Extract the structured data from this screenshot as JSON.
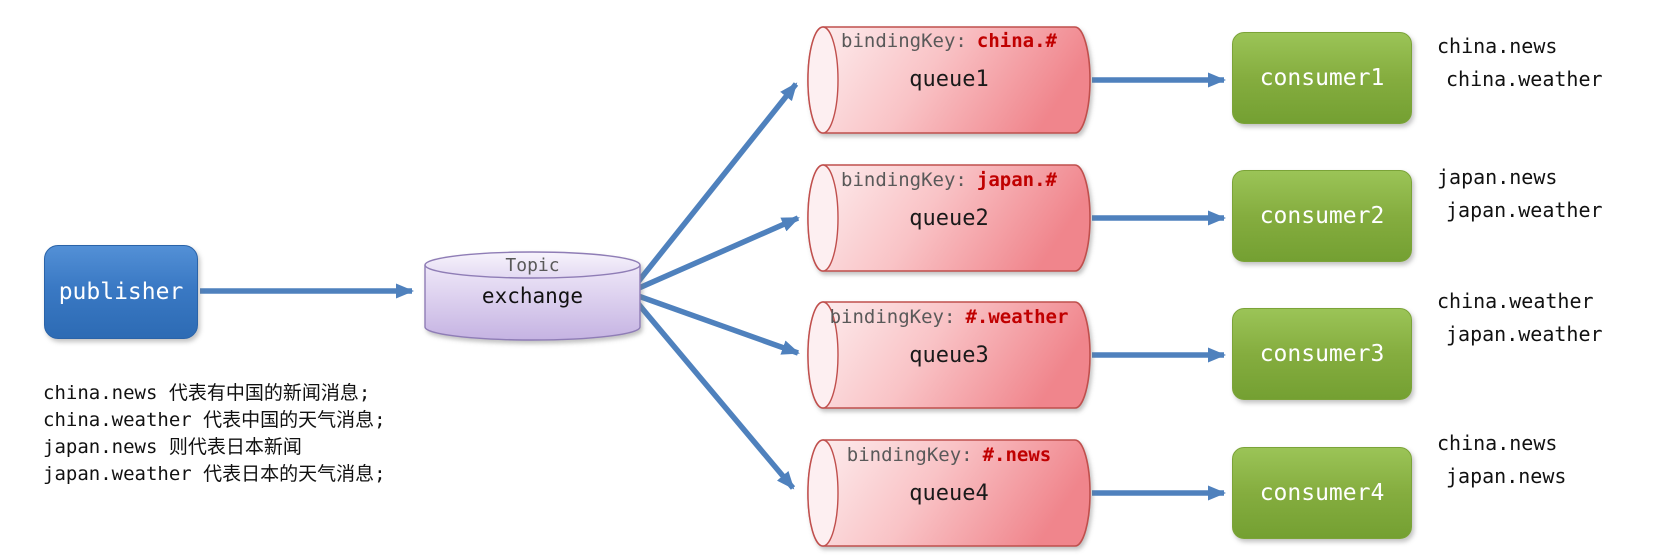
{
  "publisher": {
    "label": "publisher"
  },
  "exchange": {
    "type_label": "Topic",
    "name": "exchange"
  },
  "queues": [
    {
      "name": "queue1",
      "binding_label": "bindingKey:",
      "binding_key": "china.#"
    },
    {
      "name": "queue2",
      "binding_label": "bindingKey:",
      "binding_key": "japan.#"
    },
    {
      "name": "queue3",
      "binding_label": "bindingKey:",
      "binding_key": "#.weather"
    },
    {
      "name": "queue4",
      "binding_label": "bindingKey:",
      "binding_key": "#.news"
    }
  ],
  "consumers": [
    {
      "name": "consumer1",
      "messages": [
        "china.news",
        "china.weather"
      ]
    },
    {
      "name": "consumer2",
      "messages": [
        "japan.news",
        "japan.weather"
      ]
    },
    {
      "name": "consumer3",
      "messages": [
        "china.weather",
        "japan.weather"
      ]
    },
    {
      "name": "consumer4",
      "messages": [
        "china.news",
        "japan.news"
      ]
    }
  ],
  "notes": [
    "china.news 代表有中国的新闻消息;",
    "china.weather 代表中国的天气消息;",
    "japan.news 则代表日本新闻",
    "japan.weather 代表日本的天气消息;"
  ],
  "colors": {
    "publisher_fill": "#3a79c4",
    "exchange_fill": "#d6c8ec",
    "exchange_border": "#8f7db6",
    "queue_fill": "#f6a9ad",
    "queue_border": "#c0504d",
    "consumer_fill": "#85ad3f",
    "arrow": "#4f81bd",
    "binding_key_text": "#c00000",
    "muted_text": "#595959"
  }
}
